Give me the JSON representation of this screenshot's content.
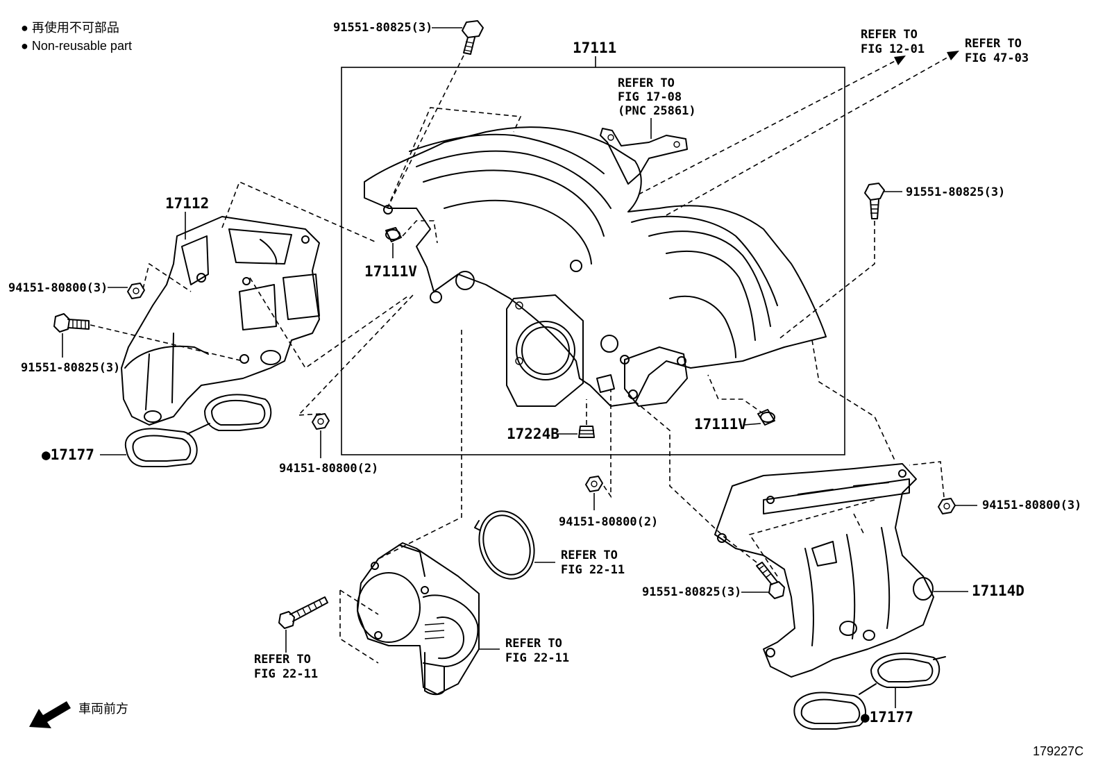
{
  "legend": {
    "line1": "● 再使用不可部品",
    "line2": "● Non-reusable part"
  },
  "labels": {
    "bolt_top": "91551-80825(3)",
    "assy": "17111",
    "refer_fig_12_01_a": "REFER TO",
    "refer_fig_12_01_b": "FIG 12-01",
    "refer_fig_47_03_a": "REFER TO",
    "refer_fig_47_03_b": "FIG 47-03",
    "refer_fig_17_08_a": "REFER TO",
    "refer_fig_17_08_b": "FIG 17-08",
    "refer_fig_17_08_c": "(PNC 25861)",
    "left_manifold": "17112",
    "nut_left": "94151-80800(3)",
    "bolt_left": "91551-80825(3)",
    "gasket_left": "●17177",
    "vacuum_left": "17111V",
    "bolt_right_top": "91551-80825(3)",
    "plug": "17224B",
    "vacuum_right": "17111V",
    "nut_mid_left": "94151-80800(2)",
    "nut_mid": "94151-80800(2)",
    "nut_right": "94151-80800(3)",
    "refer_fig_22_11_gasket_a": "REFER TO",
    "refer_fig_22_11_gasket_b": "FIG 22-11",
    "bolt_right_low": "91551-80825(3)",
    "right_manifold": "17114D",
    "refer_fig_22_11_bolt_a": "REFER TO",
    "refer_fig_22_11_bolt_b": "FIG 22-11",
    "refer_fig_22_11_throttle_a": "REFER TO",
    "refer_fig_22_11_throttle_b": "FIG 22-11",
    "gasket_right": "●17177",
    "front_label": "車両前方",
    "figure_number": "179227C"
  }
}
